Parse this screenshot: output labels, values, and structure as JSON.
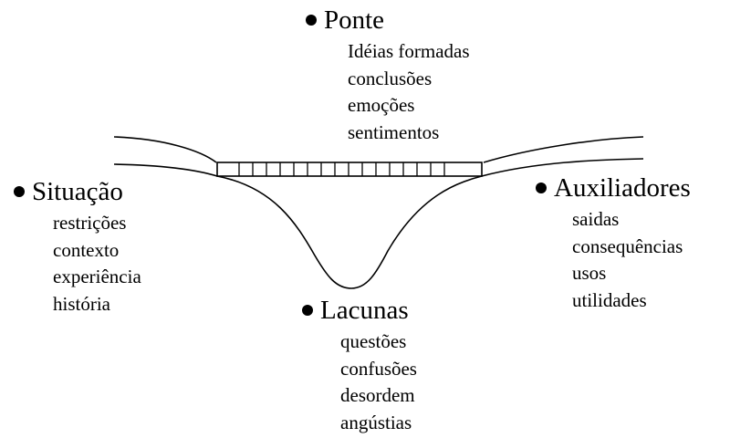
{
  "ponte": {
    "title": "Ponte",
    "items": [
      "Idéias formadas",
      "conclusões",
      "emoções",
      "sentimentos"
    ]
  },
  "situacao": {
    "title": "Situação",
    "items": [
      "restrições",
      "contexto",
      "experiência",
      "história"
    ]
  },
  "auxiliadores": {
    "title": "Auxiliadores",
    "items": [
      "saidas",
      "consequências",
      "usos",
      "utilidades"
    ]
  },
  "lacunas": {
    "title": "Lacunas",
    "items": [
      "questões",
      "confusões",
      "desordem",
      "angústias"
    ]
  },
  "colors": {
    "ink": "#000000",
    "background": "#ffffff"
  }
}
